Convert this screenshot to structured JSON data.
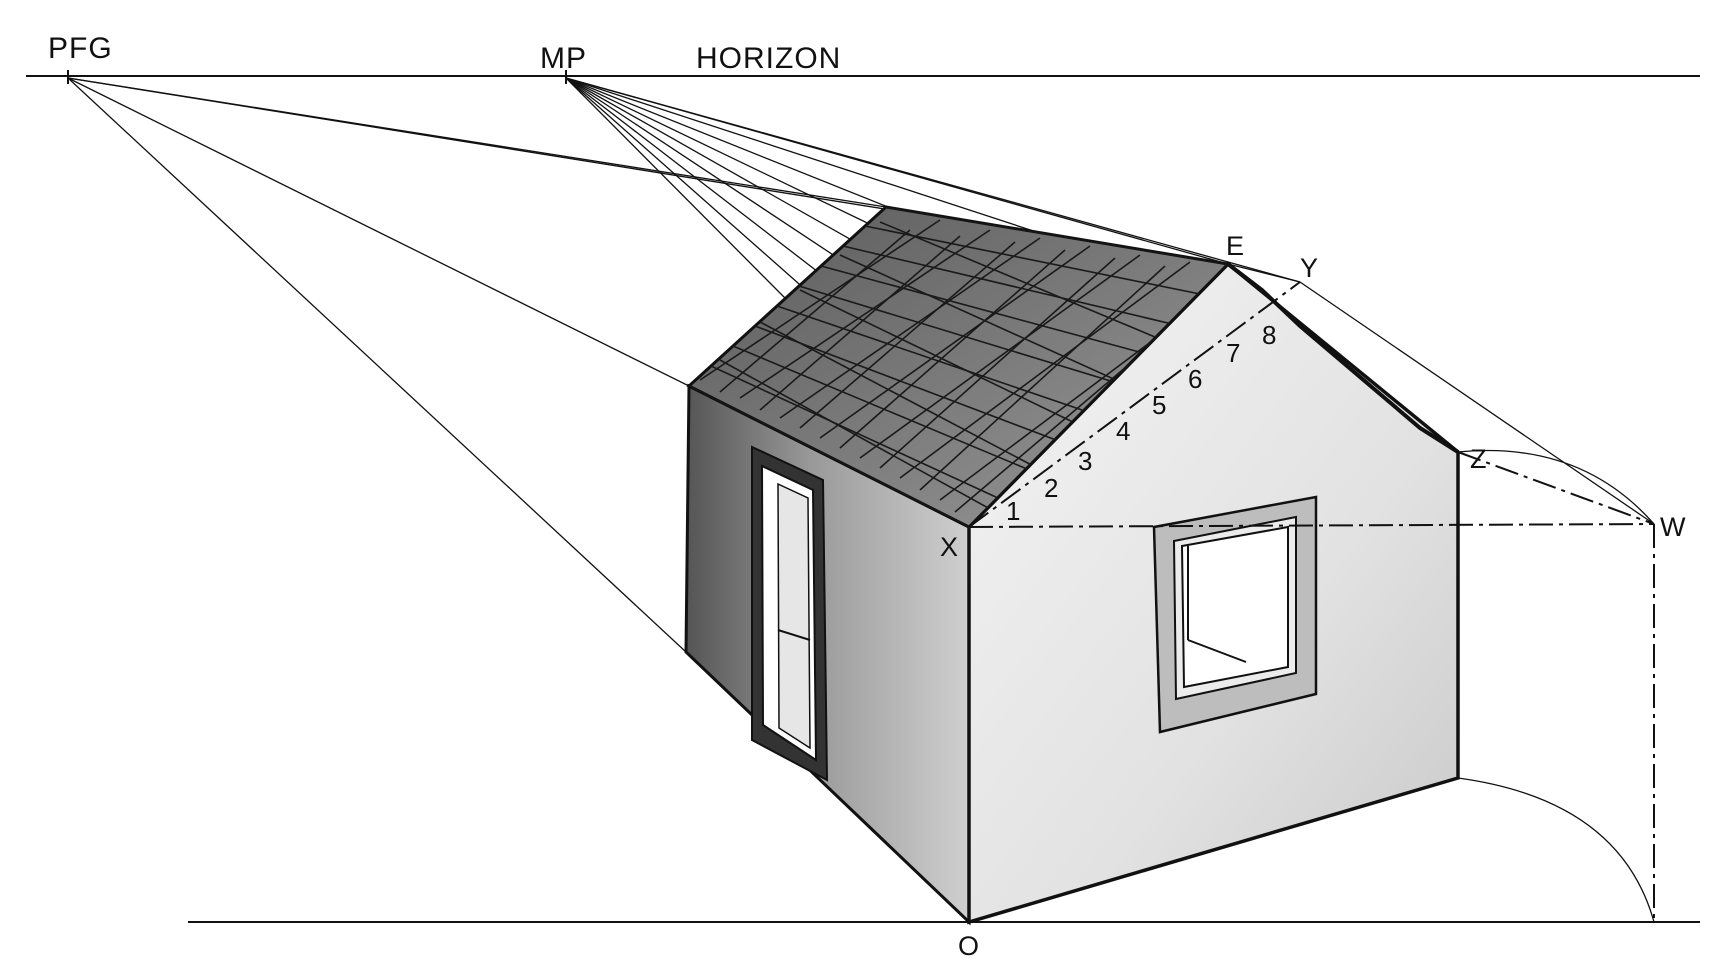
{
  "labels": {
    "pfg": "PFG",
    "mp": "MP",
    "horizon": "HORIZON",
    "e": "E",
    "y": "Y",
    "z": "Z",
    "w": "W",
    "x": "X",
    "o": "O"
  },
  "roof_divisions": [
    "1",
    "2",
    "3",
    "4",
    "5",
    "6",
    "7",
    "8"
  ]
}
